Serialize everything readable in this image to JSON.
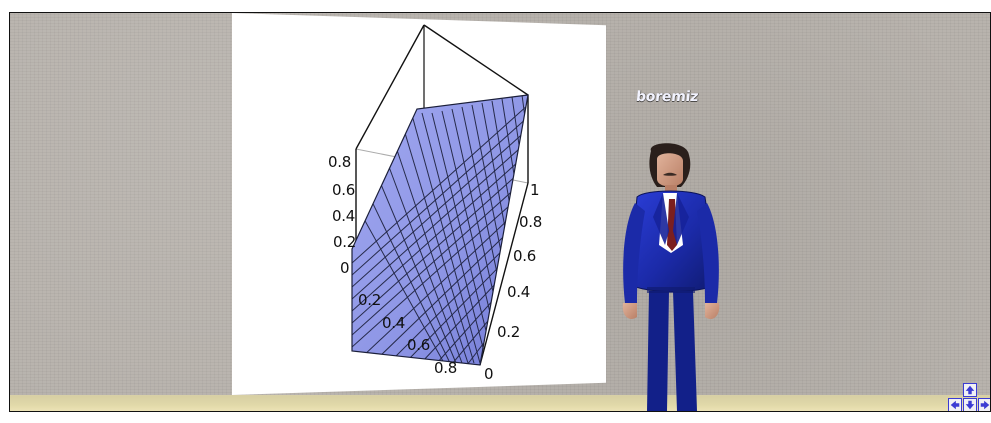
{
  "scene": {
    "avatar_name": "boremiz"
  },
  "chart_data": {
    "type": "surface",
    "title": "",
    "z_ticks": [
      "0.8",
      "0.6",
      "0.4",
      "0.2",
      "0"
    ],
    "y_ticks": [
      "1",
      "0.8",
      "0.6",
      "0.4",
      "0.2",
      "0"
    ],
    "x_ticks": [
      "0.2",
      "0.4",
      "0.6",
      "0.8"
    ],
    "grid": true,
    "colors": {
      "surface_fill": "#8f97e6",
      "surface_shade": "#6f77d1",
      "mesh": "#1b1f3a",
      "box": "#111111"
    }
  }
}
